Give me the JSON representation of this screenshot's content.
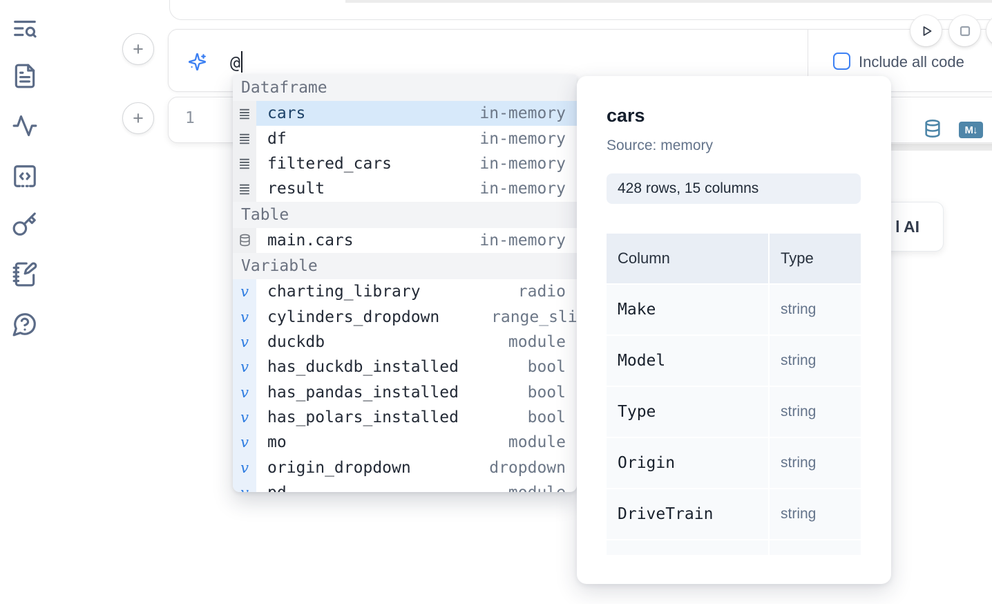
{
  "sidebar": {
    "icons": [
      "text-search-icon",
      "file-text-icon",
      "activity-icon",
      "code-square-icon",
      "key-icon",
      "notebook-pen-icon",
      "help-chat-icon"
    ]
  },
  "controls": {
    "add_label": "+",
    "play_icon": "play",
    "stop_icon": "stop"
  },
  "ai_prompt": {
    "value": "@",
    "sparkles_icon": "sparkles-icon",
    "include_all_code_label": "Include all code"
  },
  "editor": {
    "line_number": "1",
    "database_icon": "database-icon",
    "markdown_badge": "M↓"
  },
  "ai_button": {
    "visible_label": "l AI"
  },
  "completion": {
    "sections": [
      {
        "label": "Dataframe",
        "items": [
          {
            "icon": "dataframe-rows",
            "name": "cars",
            "type": "in-memory",
            "selected": true
          },
          {
            "icon": "dataframe-rows",
            "name": "df",
            "type": "in-memory"
          },
          {
            "icon": "dataframe-rows",
            "name": "filtered_cars",
            "type": "in-memory"
          },
          {
            "icon": "dataframe-rows",
            "name": "result",
            "type": "in-memory"
          }
        ]
      },
      {
        "label": "Table",
        "items": [
          {
            "icon": "database",
            "name": "main.cars",
            "type": "in-memory"
          }
        ]
      },
      {
        "label": "Variable",
        "items": [
          {
            "icon": "variable",
            "name": "charting_library",
            "type": "radio"
          },
          {
            "icon": "variable",
            "name": "cylinders_dropdown",
            "type": "range_slider",
            "clipped": true
          },
          {
            "icon": "variable",
            "name": "duckdb",
            "type": "module"
          },
          {
            "icon": "variable",
            "name": "has_duckdb_installed",
            "type": "bool"
          },
          {
            "icon": "variable",
            "name": "has_pandas_installed",
            "type": "bool"
          },
          {
            "icon": "variable",
            "name": "has_polars_installed",
            "type": "bool"
          },
          {
            "icon": "variable",
            "name": "mo",
            "type": "module"
          },
          {
            "icon": "variable",
            "name": "origin_dropdown",
            "type": "dropdown"
          },
          {
            "icon": "variable",
            "name": "pd",
            "type": "module",
            "partial": true
          }
        ]
      }
    ]
  },
  "preview": {
    "title": "cars",
    "source_label": "Source: memory",
    "shape_badge": "428 rows, 15 columns",
    "table": {
      "headers": [
        "Column",
        "Type"
      ],
      "rows": [
        [
          "Make",
          "string"
        ],
        [
          "Model",
          "string"
        ],
        [
          "Type",
          "string"
        ],
        [
          "Origin",
          "string"
        ],
        [
          "DriveTrain",
          "string"
        ],
        [
          "",
          ""
        ]
      ]
    }
  },
  "colors": {
    "accent_blue": "#3e82f5",
    "selection_bg": "#d7e9fa",
    "steel_blue": "#4d86a8",
    "icon_slate": "#5b6b87",
    "band_gray": "#ececec"
  }
}
